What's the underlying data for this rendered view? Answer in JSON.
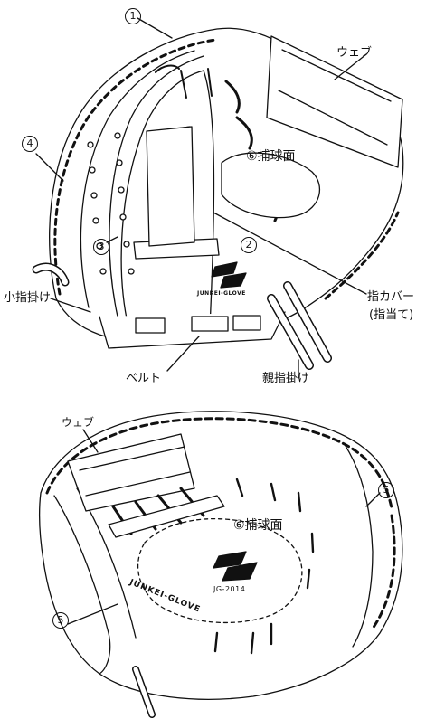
{
  "labels": {
    "num1": "1",
    "num2": "2",
    "num3": "3",
    "num4": "4",
    "num5_right": "5",
    "num5_left": "5",
    "web_top": "ウェブ",
    "pocket_top": "⑥捕球面",
    "finger_cover": "指カバー",
    "finger_cover_sub": "(指当て)",
    "pinky_hook": "小指掛け",
    "belt": "ベルト",
    "thumb_hook": "親指掛け",
    "web_bottom": "ウェブ",
    "pocket_bottom": "⑥捕球面"
  },
  "brand": {
    "top_logo_text": "JUNKEI-GLOVE",
    "bottom_logo_text": "JUNKEI-GLOVE",
    "model_text": "JG-2014"
  },
  "colors": {
    "line": "#111111",
    "fill": "#ffffff",
    "shade": "#e9e9e9"
  }
}
